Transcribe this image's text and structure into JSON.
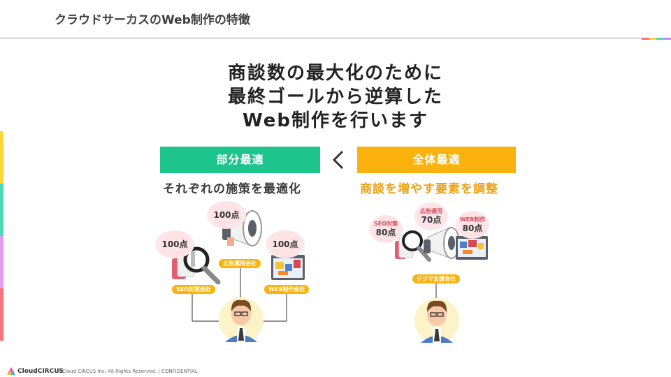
{
  "header": {
    "title": "クラウドサーカスのWeb制作の特徴"
  },
  "accent_colors": {
    "stripe": [
      "#fdd835",
      "#4dd9b8",
      "#e59cf0",
      "#f7727a"
    ],
    "corner": [
      "#f7727a",
      "#fdd835",
      "#4dd9b8",
      "#c58cf0"
    ],
    "green": "#1dc48c",
    "orange": "#fbb20f",
    "bubble": "#fde3e6"
  },
  "headline": {
    "line1": "商談数の最大化のために",
    "line2": "最終ゴールから逆算した",
    "line3": "Web制作を行います"
  },
  "left": {
    "header": "部分最適",
    "subhead": "それぞれの施策を最適化",
    "scores": {
      "seo": "100点",
      "ad": "100点",
      "web": "100点"
    },
    "tags": {
      "seo": "SEO対策会社",
      "ad": "広告運用会社",
      "web": "WEB制作会社"
    }
  },
  "compare_symbol": "<",
  "right": {
    "header": "全体最適",
    "subhead": "商談を増やす要素を調整",
    "scores": {
      "seo_label": "SEO対策",
      "seo_value": "80点",
      "ad_label": "広告運用",
      "ad_value": "70点",
      "web_label": "WEB制作",
      "web_value": "80点"
    },
    "tag": "デジマ支援会社"
  },
  "footer": {
    "brand": "CloudCIRCUS",
    "copyright": "©Cloud CIRCUS Inc. All Rights Reserved. | CONFIDENTIAL"
  }
}
